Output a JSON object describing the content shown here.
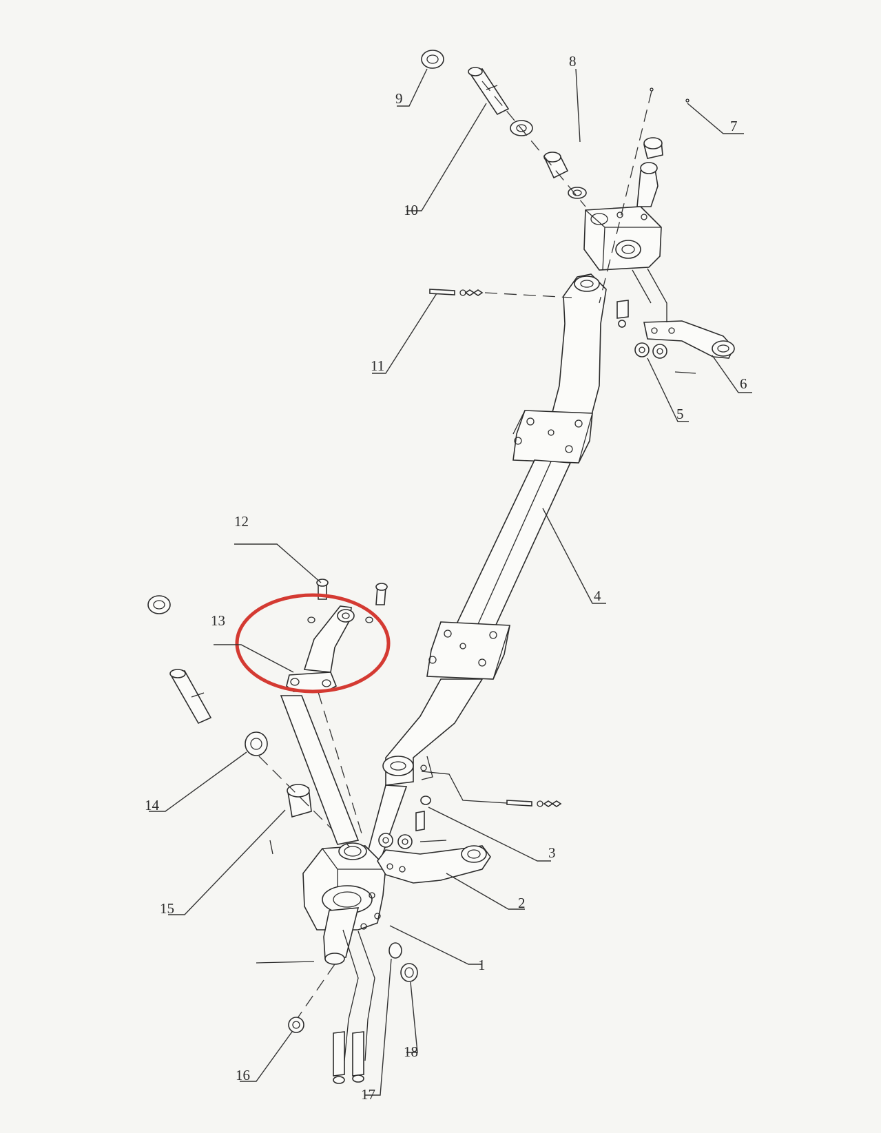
{
  "callouts": [
    {
      "id": "c1",
      "text": "1"
    },
    {
      "id": "c2",
      "text": "2"
    },
    {
      "id": "c3",
      "text": "3"
    },
    {
      "id": "c4",
      "text": "4"
    },
    {
      "id": "c5",
      "text": "5"
    },
    {
      "id": "c6",
      "text": "6"
    },
    {
      "id": "c7",
      "text": "7"
    },
    {
      "id": "c8",
      "text": "8"
    },
    {
      "id": "c9",
      "text": "9"
    },
    {
      "id": "c10",
      "text": "10"
    },
    {
      "id": "c11",
      "text": "11"
    },
    {
      "id": "c12",
      "text": "12"
    },
    {
      "id": "c13",
      "text": "13"
    },
    {
      "id": "c14",
      "text": "14"
    },
    {
      "id": "c15",
      "text": "15"
    },
    {
      "id": "c16",
      "text": "16"
    },
    {
      "id": "c17",
      "text": "17"
    },
    {
      "id": "c18",
      "text": "18"
    }
  ],
  "colors": {
    "line": "#2b2b2b",
    "highlight": "#d43a32",
    "paper": "#f6f6f3"
  }
}
